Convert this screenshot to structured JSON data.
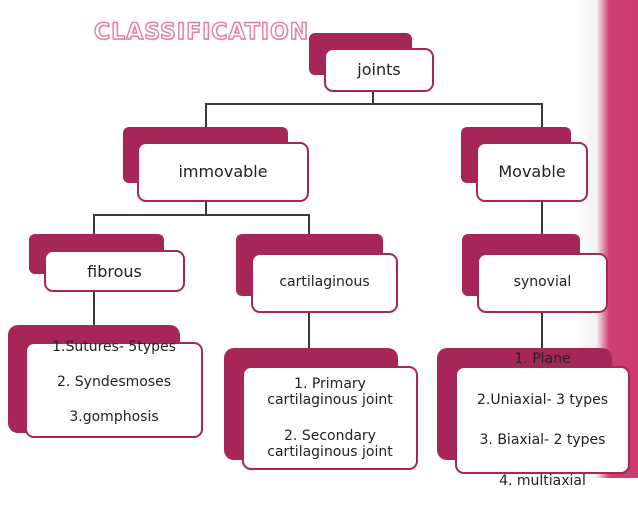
{
  "slide": {
    "title": "CLASSIFICATION",
    "colors": {
      "accent": "#a62757",
      "band": "#c93a6d",
      "title_outline": "#e37fa6",
      "connector": "#3a3a3a"
    }
  },
  "tree": {
    "root": {
      "label": "joints"
    },
    "immovable": {
      "label": "immovable",
      "fibrous": {
        "label": "fibrous",
        "details": [
          "1.Sutures- 5types",
          "2. Syndesmoses",
          "3.gomphosis"
        ]
      },
      "cartilaginous": {
        "label": "cartilaginous",
        "details": [
          "1. Primary\ncartilaginous joint",
          "2. Secondary\ncartilaginous joint"
        ]
      }
    },
    "movable": {
      "label": "Movable",
      "synovial": {
        "label": "synovial",
        "details": [
          "1. Plane",
          "2.Uniaxial- 3 types",
          "3. Biaxial- 2 types",
          "4. multiaxial"
        ]
      }
    }
  }
}
